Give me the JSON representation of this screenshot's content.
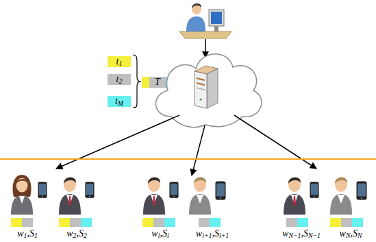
{
  "diagram": {
    "nodes": [
      {
        "text": [
          "t1"
        ]
      },
      {
        "text": [
          "t2"
        ]
      },
      {
        "text": [
          "tM"
        ]
      },
      {
        "text": [
          "T"
        ]
      }
    ],
    "labels": [
      "w1,S1",
      "w2,S2",
      "wi,Si",
      "wi+1,Si+1",
      "wN−1,SN−1",
      "wN,SN"
    ]
  }
}
